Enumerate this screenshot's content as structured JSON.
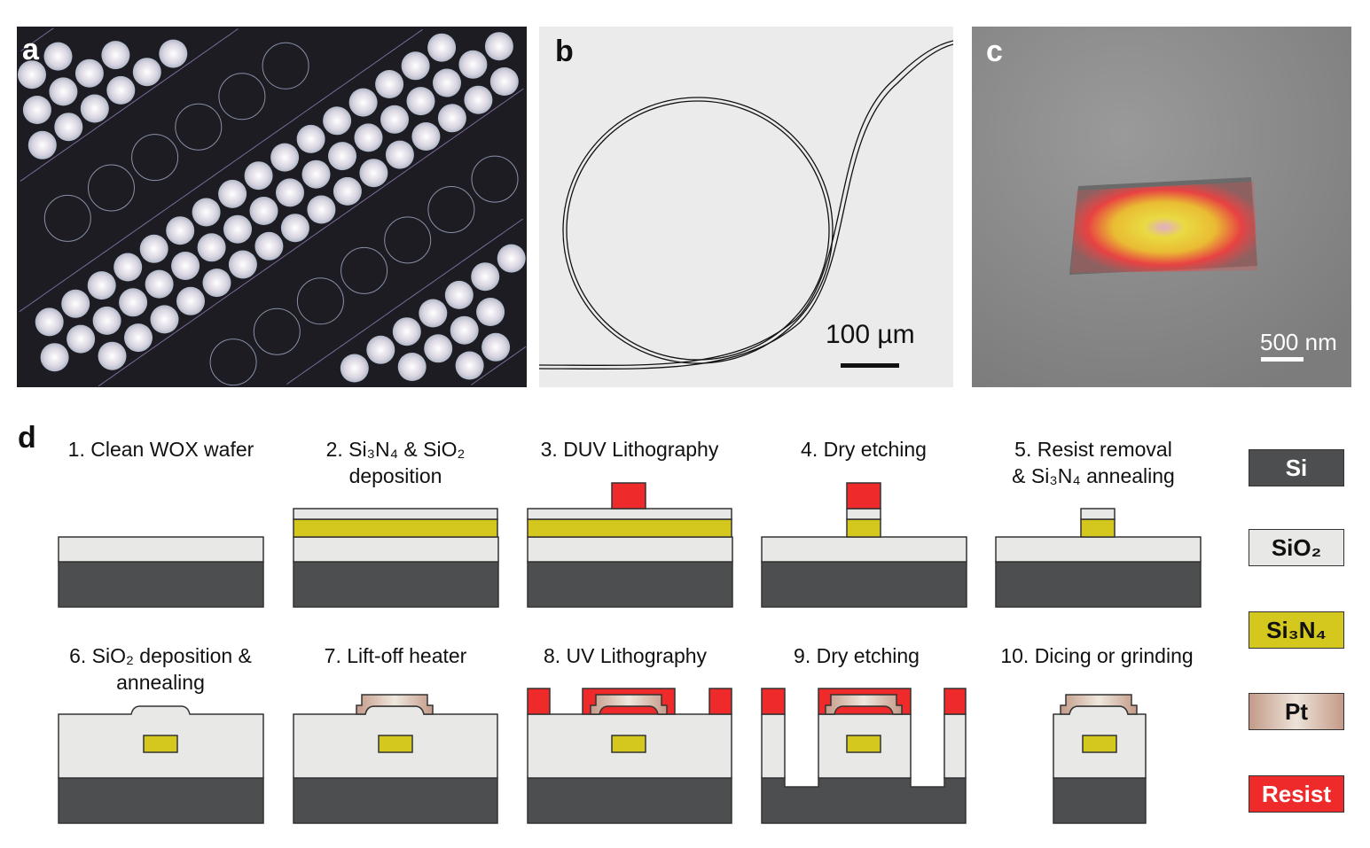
{
  "panels": {
    "a": {
      "label": "a"
    },
    "b": {
      "label": "b",
      "scale_bar": "100 µm"
    },
    "c": {
      "label": "c",
      "scale_bar": "500 nm"
    },
    "d": {
      "label": "d"
    }
  },
  "steps": [
    {
      "label": "1. Clean WOX wafer"
    },
    {
      "line1": "2. Si₃N₄ & SiO₂",
      "line2": "deposition"
    },
    {
      "label": "3. DUV Lithography"
    },
    {
      "label": "4. Dry etching"
    },
    {
      "line1": "5. Resist removal",
      "line2": "& Si₃N₄ annealing"
    },
    {
      "line1": "6. SiO₂ deposition &",
      "line2": "annealing"
    },
    {
      "label": "7. Lift-off heater"
    },
    {
      "label": "8. UV Lithography"
    },
    {
      "label": "9. Dry etching"
    },
    {
      "label": "10. Dicing or grinding"
    }
  ],
  "legend": [
    {
      "label": "Si",
      "color": "#4d4e50"
    },
    {
      "label": "SiO₂",
      "color": "#e8e8e6"
    },
    {
      "label": "Si₃N₄",
      "color": "#d4c81e"
    },
    {
      "label": "Pt",
      "color": "#c49a88"
    },
    {
      "label": "Resist",
      "color": "#ee2a2a"
    }
  ]
}
